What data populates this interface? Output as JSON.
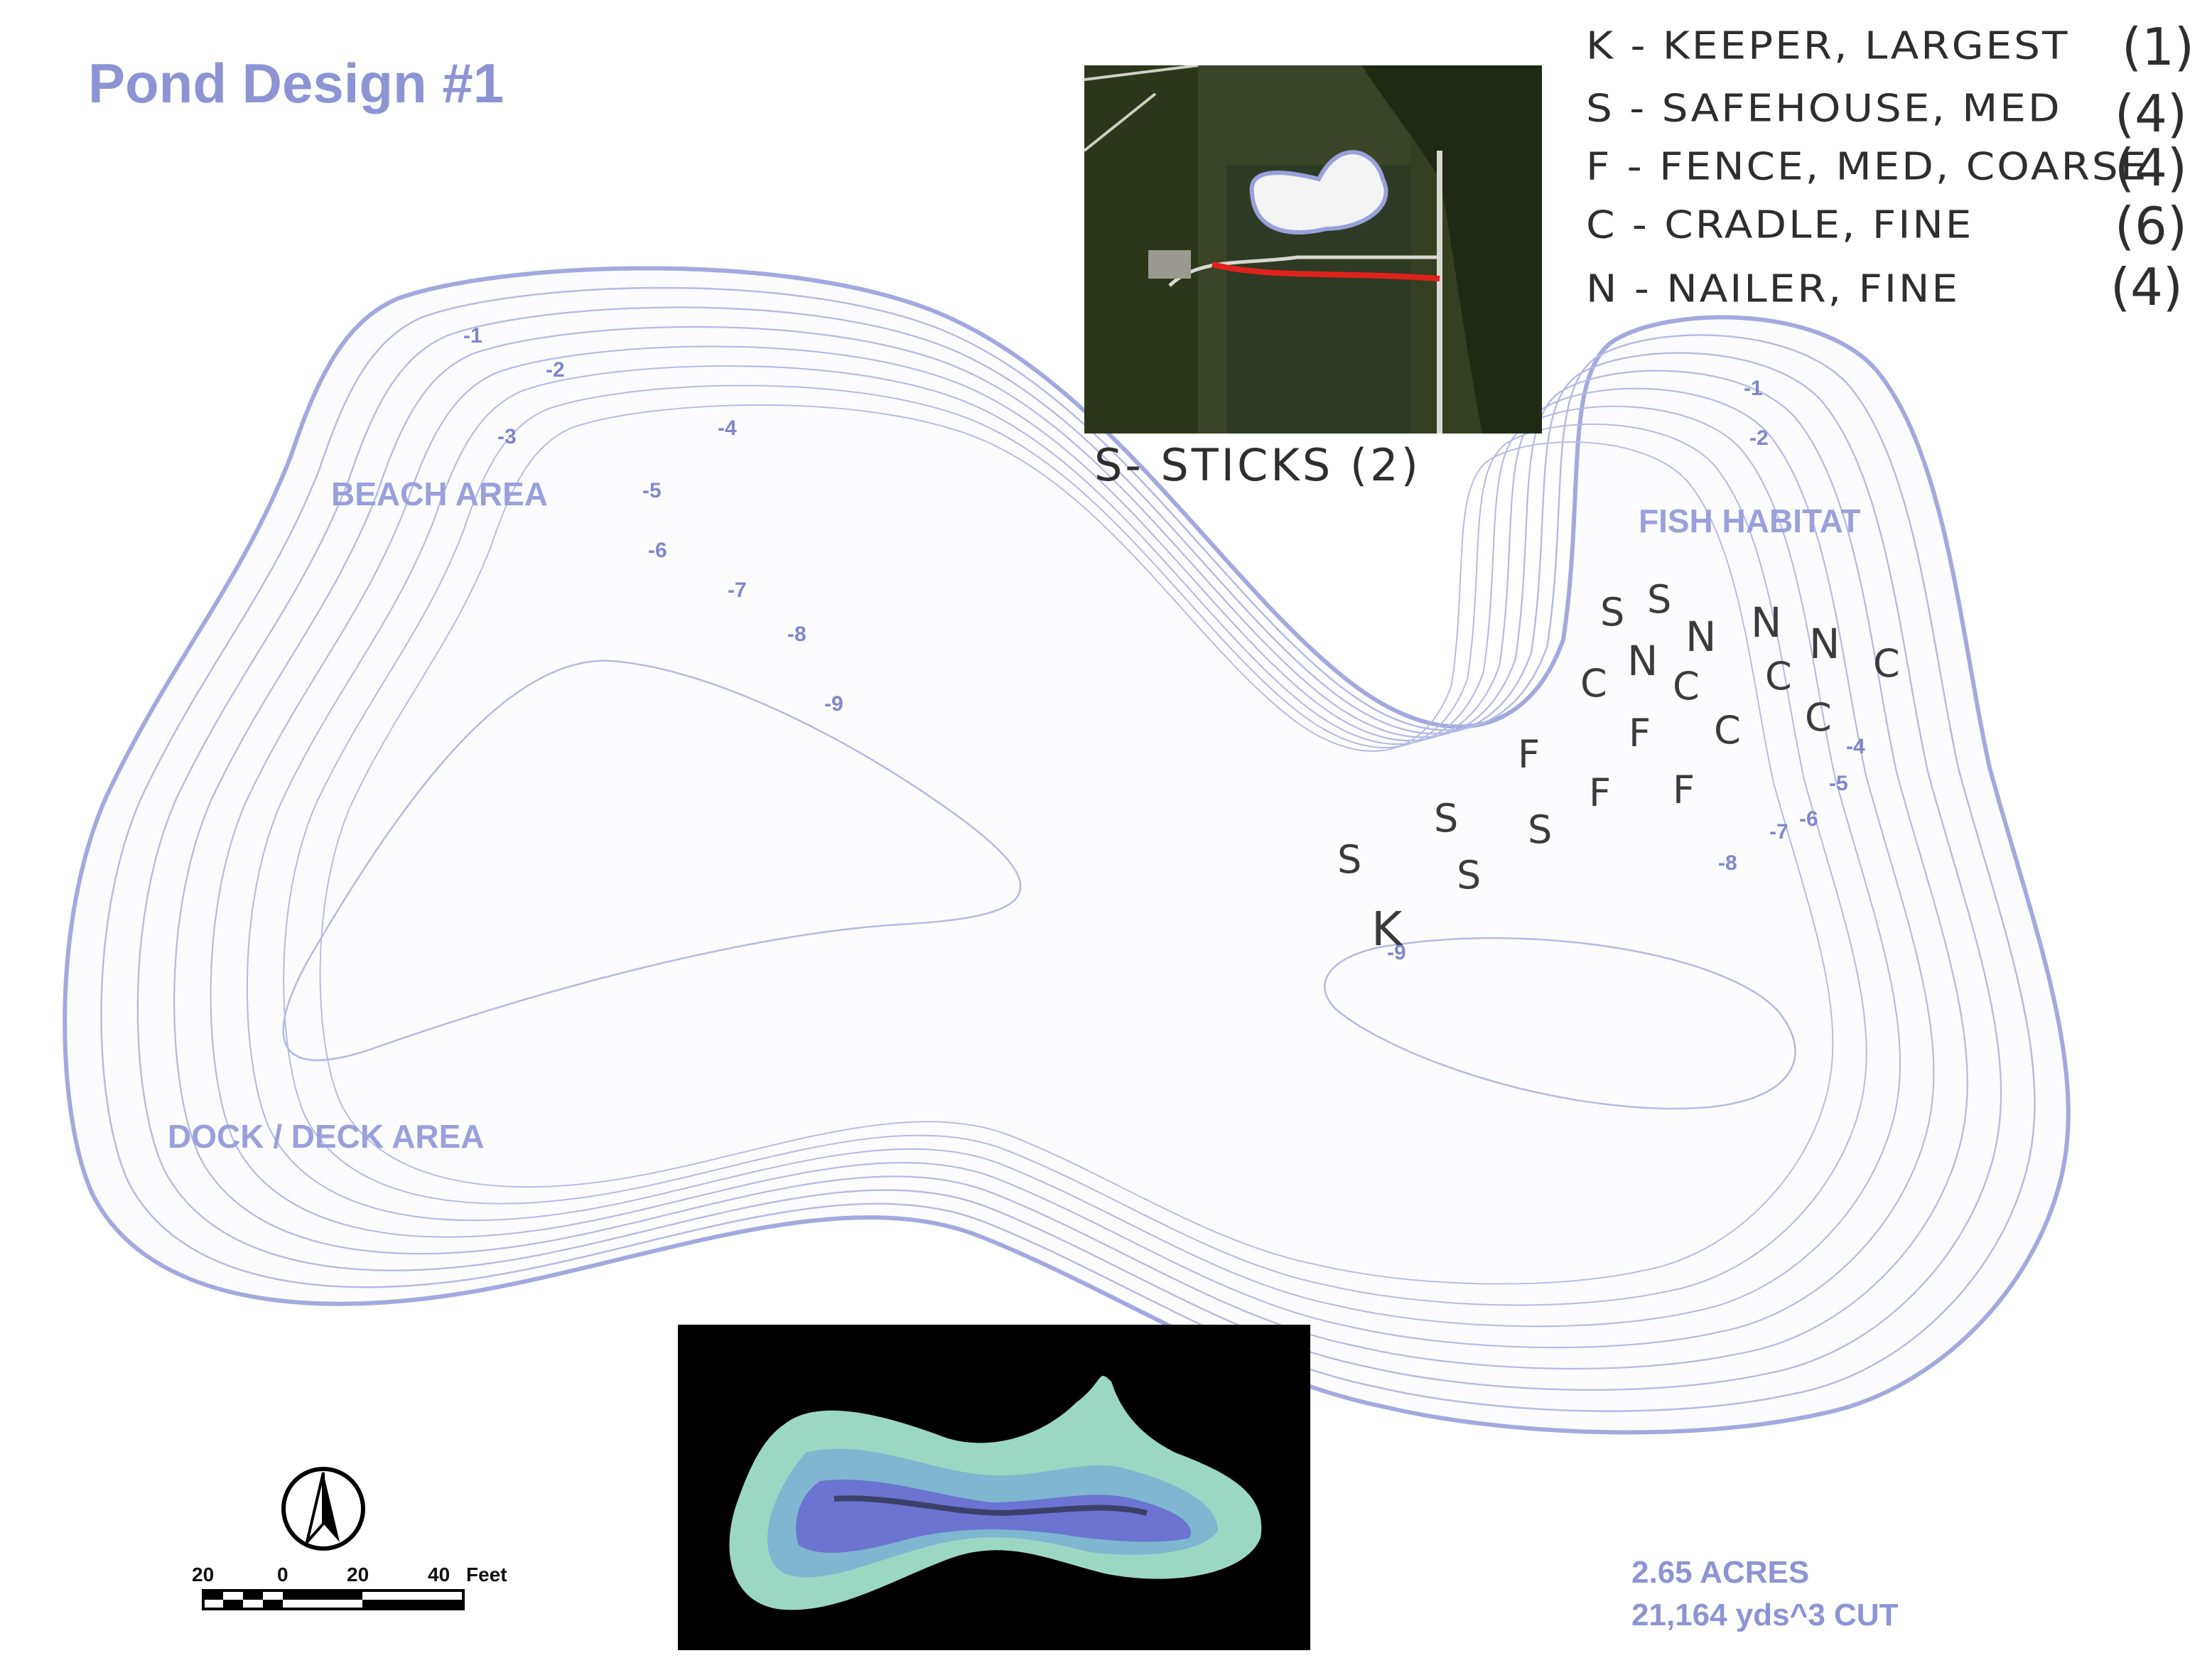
{
  "title": "Pond Design #1",
  "labels": {
    "beach": "BEACH AREA",
    "fish": "FISH HABITAT",
    "dock": "DOCK / DECK AREA"
  },
  "depths_left": [
    "-1",
    "-2",
    "-3",
    "-4",
    "-5",
    "-6",
    "-7",
    "-8",
    "-9"
  ],
  "depths_right": [
    "-1",
    "-2",
    "-4",
    "-5",
    "-6",
    "-7",
    "-8",
    "-9"
  ],
  "legend": [
    {
      "text": "K - KEEPER, LARGEST",
      "count": "(1)"
    },
    {
      "text": "S - SAFEHOUSE, MED",
      "count": "(4)"
    },
    {
      "text": "F - FENCE, MED, COARSE",
      "count": "(4)"
    },
    {
      "text": "C - CRADLE, FINE",
      "count": "(6)"
    },
    {
      "text": "N - NAILER, FINE",
      "count": "(4)"
    }
  ],
  "sticks_note": "S- STICKS (2)",
  "markers": {
    "keeper": "K",
    "safehouse": "S",
    "fence": "F",
    "cradle": "C",
    "nailer": "N"
  },
  "stats": {
    "acres": "2.65 ACRES",
    "cut": "21,164 yds^3 CUT"
  },
  "scale_bar": {
    "ticks": [
      "20",
      "0",
      "20",
      "40"
    ],
    "unit": "Feet"
  },
  "colors": {
    "contour": "#9aa0da",
    "label": "#8d94d4",
    "red_line": "#e0221e"
  },
  "icons": [
    "north-arrow-icon"
  ]
}
